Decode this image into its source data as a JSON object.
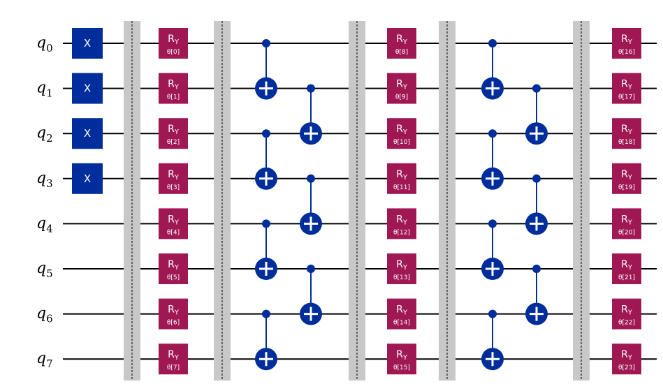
{
  "circuit": {
    "qubits": [
      {
        "name": "q",
        "index": "0"
      },
      {
        "name": "q",
        "index": "1"
      },
      {
        "name": "q",
        "index": "2"
      },
      {
        "name": "q",
        "index": "3"
      },
      {
        "name": "q",
        "index": "4"
      },
      {
        "name": "q",
        "index": "5"
      },
      {
        "name": "q",
        "index": "6"
      },
      {
        "name": "q",
        "index": "7"
      }
    ],
    "x_gates": [
      {
        "qubit": 0,
        "label": "X"
      },
      {
        "qubit": 1,
        "label": "X"
      },
      {
        "qubit": 2,
        "label": "X"
      },
      {
        "qubit": 3,
        "label": "X"
      }
    ],
    "ry_label": "R",
    "ry_sub": "Y",
    "ry_layers": [
      [
        "θ[0]",
        "θ[1]",
        "θ[2]",
        "θ[3]",
        "θ[4]",
        "θ[5]",
        "θ[6]",
        "θ[7]"
      ],
      [
        "θ[8]",
        "θ[9]",
        "θ[10]",
        "θ[11]",
        "θ[12]",
        "θ[13]",
        "θ[14]",
        "θ[15]"
      ],
      [
        "θ[16]",
        "θ[17]",
        "θ[18]",
        "θ[19]",
        "θ[20]",
        "θ[21]",
        "θ[22]",
        "θ[23]"
      ]
    ],
    "cx_layers": [
      {
        "even": [
          [
            0,
            1
          ],
          [
            2,
            3
          ],
          [
            4,
            5
          ],
          [
            6,
            7
          ]
        ],
        "odd": [
          [
            1,
            2
          ],
          [
            3,
            4
          ],
          [
            5,
            6
          ]
        ]
      },
      {
        "even": [
          [
            0,
            1
          ],
          [
            2,
            3
          ],
          [
            4,
            5
          ],
          [
            6,
            7
          ]
        ],
        "odd": [
          [
            1,
            2
          ],
          [
            3,
            4
          ],
          [
            5,
            6
          ]
        ]
      }
    ],
    "barrier_count": 5,
    "colors": {
      "x_gate": "#002d9c",
      "ry_gate": "#9f1853",
      "cx": "#002d9c",
      "barrier": "#c8c8c8",
      "wire": "#000000"
    }
  }
}
